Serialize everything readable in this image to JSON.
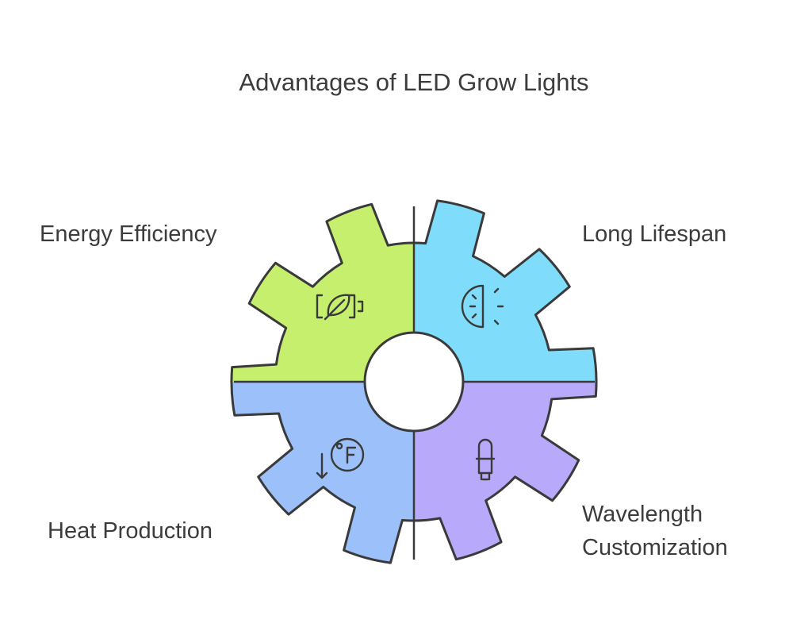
{
  "title": "Advantages of LED Grow Lights",
  "segments": [
    {
      "id": "energy",
      "label_lines": [
        "Energy Efficiency"
      ],
      "color": "#c6ef6e",
      "icon": "eco-battery-icon"
    },
    {
      "id": "lifespan",
      "label_lines": [
        "Long Lifespan"
      ],
      "color": "#7fddfb",
      "icon": "half-bulb-icon"
    },
    {
      "id": "heat",
      "label_lines": [
        "Heat Production"
      ],
      "color": "#9bc0fa",
      "icon": "fahrenheit-down-icon"
    },
    {
      "id": "wavelength",
      "label_lines": [
        "Wavelength",
        "Customization"
      ],
      "color": "#b9a9fa",
      "icon": "capsule-bulb-icon"
    }
  ],
  "colors": {
    "stroke": "#3a3a3a",
    "center_hole": "#ffffff",
    "text": "#3c3c3c"
  }
}
